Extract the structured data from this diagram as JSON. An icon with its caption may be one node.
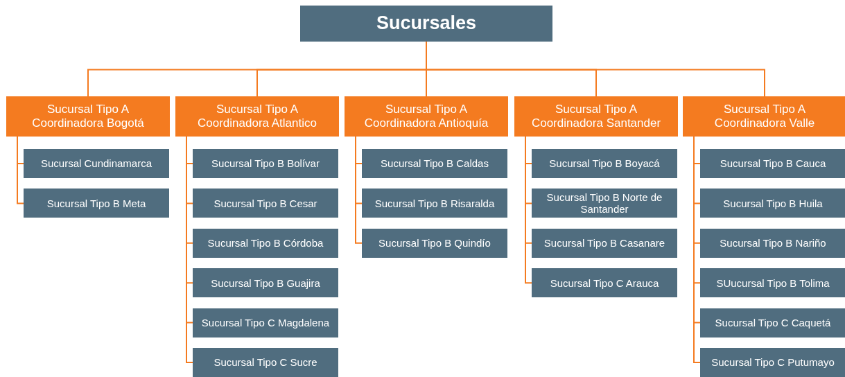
{
  "diagram": {
    "nodes": [
      {
        "text": [
          "Sucursales"
        ]
      },
      {
        "text": [
          "Sucursal Tipo A Coordinadora Bogotá"
        ]
      },
      {
        "text": [
          "Sucursal Tipo A Coordinadora Atlantico"
        ]
      },
      {
        "text": [
          "Sucursal Tipo A Coordinadora Antioquía"
        ]
      },
      {
        "text": [
          "Sucursal Tipo A Coordinadora Santander"
        ]
      },
      {
        "text": [
          "Sucursal Tipo A Coordinadora Valle"
        ]
      },
      {
        "text": [
          "Sucursal Cundinamarca"
        ]
      },
      {
        "text": [
          "Sucursal Tipo B Meta"
        ]
      },
      {
        "text": [
          "Sucursal Tipo B Bolívar"
        ]
      },
      {
        "text": [
          "Sucursal Tipo B Cesar"
        ]
      },
      {
        "text": [
          "Sucursal Tipo B Córdoba"
        ]
      },
      {
        "text": [
          "Sucursal Tipo B Guajira"
        ]
      },
      {
        "text": [
          "Sucursal Tipo C Magdalena"
        ]
      },
      {
        "text": [
          "Sucursal Tipo C Sucre"
        ]
      },
      {
        "text": [
          "Sucursal Tipo B Caldas"
        ]
      },
      {
        "text": [
          "Sucursal Tipo B Risaralda"
        ]
      },
      {
        "text": [
          "Sucursal Tipo B Quindío"
        ]
      },
      {
        "text": [
          "Sucursal Tipo B Boyacá"
        ]
      },
      {
        "text": [
          "Sucursal Tipo B Norte de Santander"
        ]
      },
      {
        "text": [
          "Sucursal Tipo B Casanare"
        ]
      },
      {
        "text": [
          "Sucursal Tipo C Arauca"
        ]
      },
      {
        "text": [
          "Sucursal Tipo B Cauca"
        ]
      },
      {
        "text": [
          "Sucursal Tipo B Huila"
        ]
      },
      {
        "text": [
          "Sucursal Tipo B Nariño"
        ]
      },
      {
        "text": [
          "SUucursal Tipo B Tolima"
        ]
      },
      {
        "text": [
          "Sucursal Tipo C Caquetá"
        ]
      },
      {
        "text": [
          "Sucursal Tipo C Putumayo"
        ]
      }
    ],
    "edges": [
      {
        "from": 0,
        "to": 1,
        "arrow": "none"
      },
      {
        "from": 0,
        "to": 2,
        "arrow": "none"
      },
      {
        "from": 0,
        "to": 3,
        "arrow": "none"
      },
      {
        "from": 0,
        "to": 4,
        "arrow": "none"
      },
      {
        "from": 0,
        "to": 5,
        "arrow": "none"
      },
      {
        "from": 1,
        "to": 6,
        "arrow": "none"
      },
      {
        "from": 1,
        "to": 7,
        "arrow": "none"
      },
      {
        "from": 2,
        "to": 8,
        "arrow": "none"
      },
      {
        "from": 2,
        "to": 9,
        "arrow": "none"
      },
      {
        "from": 2,
        "to": 10,
        "arrow": "none"
      },
      {
        "from": 2,
        "to": 11,
        "arrow": "none"
      },
      {
        "from": 2,
        "to": 12,
        "arrow": "none"
      },
      {
        "from": 2,
        "to": 13,
        "arrow": "none"
      },
      {
        "from": 3,
        "to": 14,
        "arrow": "none"
      },
      {
        "from": 3,
        "to": 15,
        "arrow": "none"
      },
      {
        "from": 3,
        "to": 16,
        "arrow": "none"
      },
      {
        "from": 4,
        "to": 17,
        "arrow": "none"
      },
      {
        "from": 4,
        "to": 18,
        "arrow": "none"
      },
      {
        "from": 4,
        "to": 19,
        "arrow": "none"
      },
      {
        "from": 4,
        "to": 20,
        "arrow": "none"
      },
      {
        "from": 5,
        "to": 21,
        "arrow": "none"
      },
      {
        "from": 5,
        "to": 22,
        "arrow": "none"
      },
      {
        "from": 5,
        "to": 23,
        "arrow": "none"
      },
      {
        "from": 5,
        "to": 24,
        "arrow": "none"
      },
      {
        "from": 5,
        "to": 25,
        "arrow": "none"
      },
      {
        "from": 5,
        "to": 26,
        "arrow": "none"
      }
    ]
  }
}
